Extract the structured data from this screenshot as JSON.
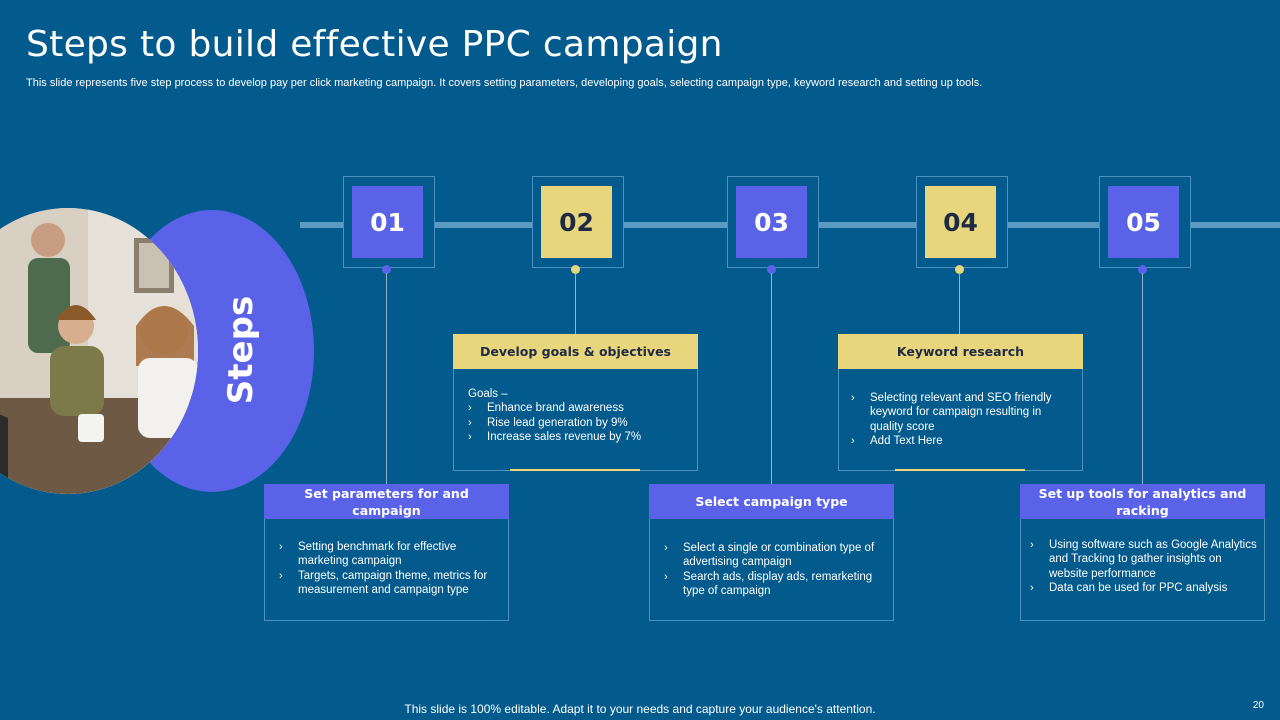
{
  "slide": {
    "title": "Steps to build effective PPC campaign",
    "subtitle": "This slide represents five step process to develop pay per click marketing campaign. It covers setting parameters, developing goals, selecting campaign type, keyword research and setting up tools.",
    "circle_label": "Steps",
    "footer": "This slide is 100% editable. Adapt it to your needs and capture your audience's attention.",
    "page_number": "20"
  },
  "colors": {
    "background": "#035a8c",
    "blue_accent": "#5a63e8",
    "yellow_accent": "#e8d67c",
    "timeline": "#5b9bc3"
  },
  "steps": [
    {
      "number": "01",
      "heading": "Set parameters for and campaign",
      "bullets": [
        "Setting benchmark for effective marketing campaign",
        "Targets, campaign theme, metrics for measurement and campaign type"
      ]
    },
    {
      "number": "02",
      "heading": "Develop goals & objectives",
      "lead": "Goals –",
      "bullets": [
        "Enhance brand awareness",
        "Rise lead generation by 9%",
        "Increase sales revenue by 7%"
      ]
    },
    {
      "number": "03",
      "heading": "Select campaign type",
      "bullets": [
        "Select a single or combination type of advertising campaign",
        "Search ads, display ads, remarketing type of campaign"
      ]
    },
    {
      "number": "04",
      "heading": "Keyword research",
      "bullets": [
        "Selecting relevant and SEO friendly keyword for campaign resulting in quality score",
        "Add Text Here"
      ]
    },
    {
      "number": "05",
      "heading": "Set up tools for analytics and racking",
      "bullets": [
        "Using software such as Google Analytics and Tracking to gather insights on website performance",
        "Data can be used for PPC analysis"
      ]
    }
  ],
  "bullet_glyph": "›"
}
